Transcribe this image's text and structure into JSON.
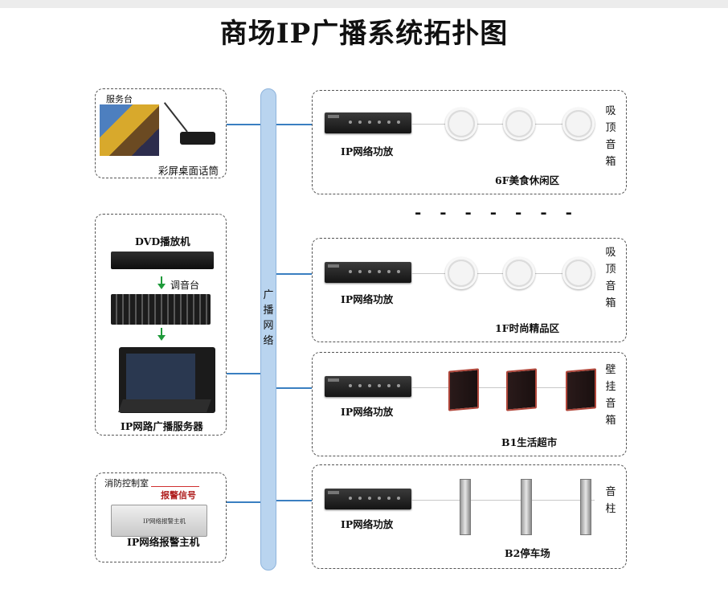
{
  "diagram": {
    "title": "商场IP广播系统拓扑图",
    "bus_label": "广播网络",
    "ellipsis": "- - - - - - -",
    "service_desk": {
      "room": "服务台",
      "device": "彩屏桌面话筒"
    },
    "control_room": {
      "dvd": "DVD播放机",
      "mixer": "调音台",
      "server": "IP网路广播服务器"
    },
    "fire_room": {
      "room": "消防控制室",
      "alarm_tag": "报警信号",
      "panel_text": "IP网络报警主机",
      "device": "IP网络报警主机"
    },
    "zones": [
      {
        "amp": "IP网络功放",
        "zone": "6F美食休闲区",
        "speaker": "吸顶音箱"
      },
      {
        "amp": "IP网络功放",
        "zone": "1F时尚精品区",
        "speaker": "吸顶音箱"
      },
      {
        "amp": "IP网络功放",
        "zone": "B1生活超市",
        "speaker": "壁挂音箱"
      },
      {
        "amp": "IP网络功放",
        "zone": "B2停车场",
        "speaker": "音柱"
      }
    ]
  }
}
